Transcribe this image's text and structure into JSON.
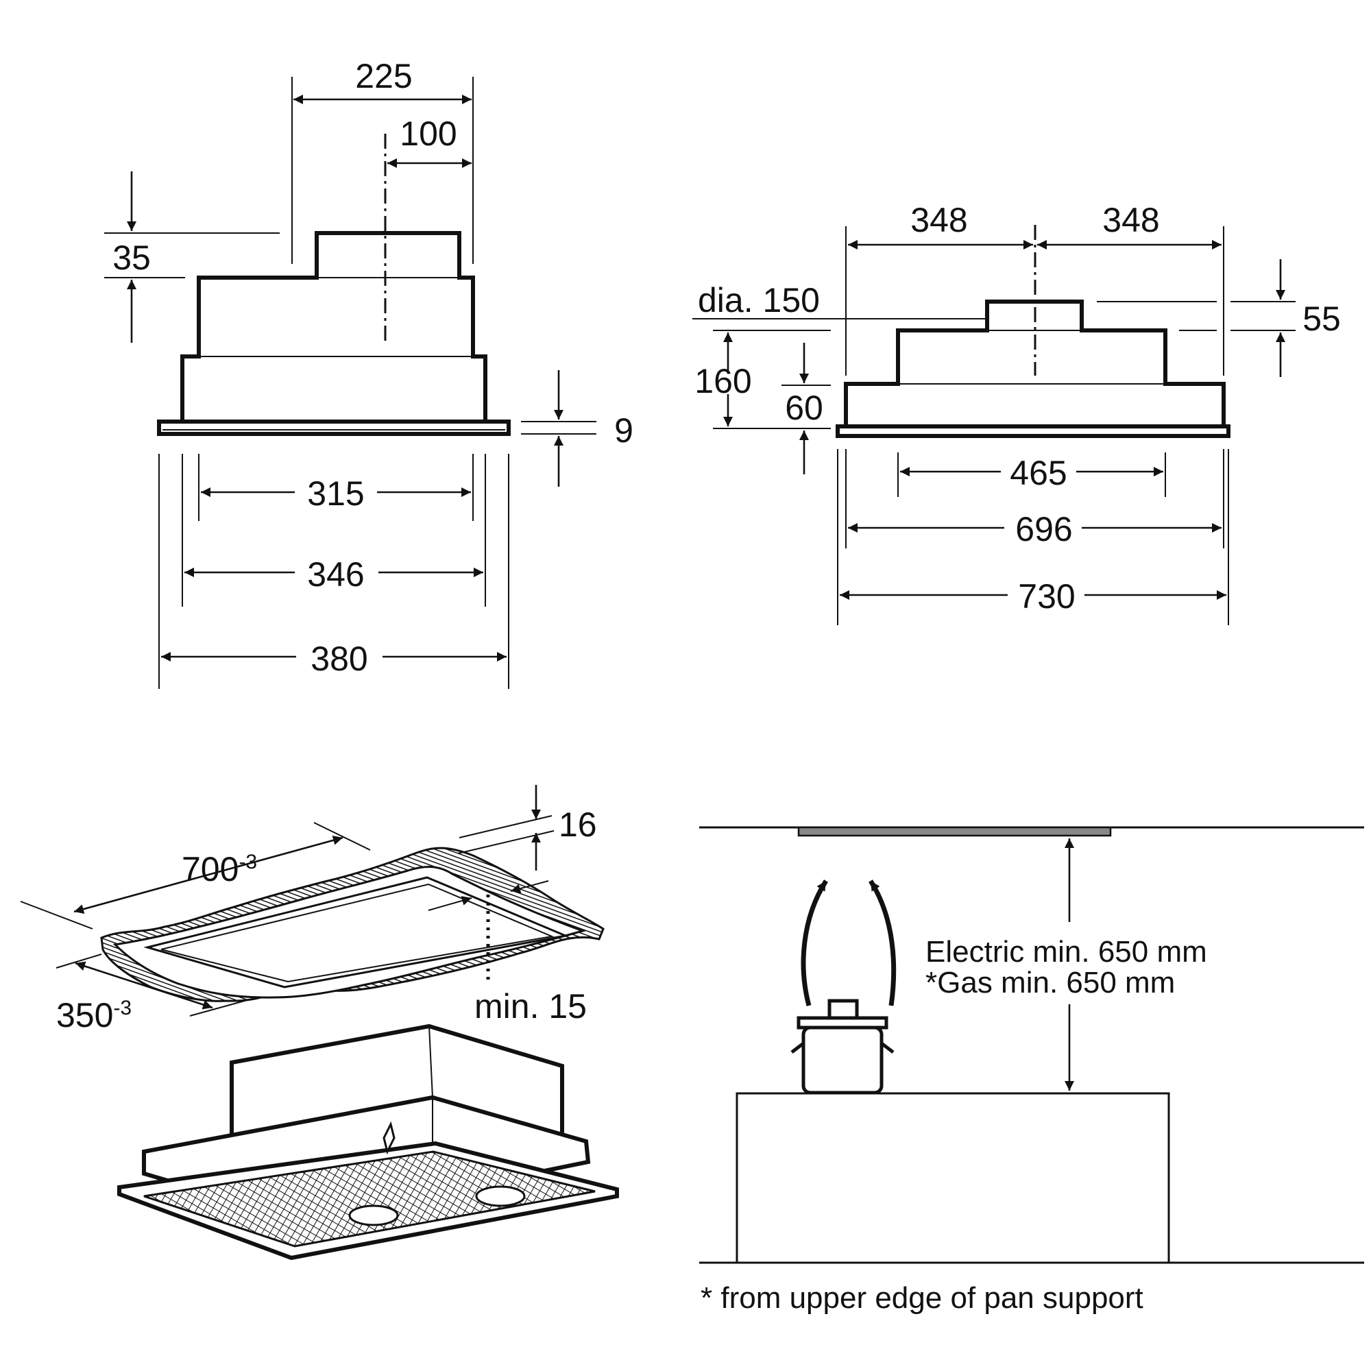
{
  "side_view": {
    "dim_225": "225",
    "dim_100": "100",
    "dim_35": "35",
    "dim_9": "9",
    "dim_315": "315",
    "dim_346": "346",
    "dim_380": "380"
  },
  "front_view": {
    "dim_348_left": "348",
    "dim_348_right": "348",
    "dia_label": "dia. 150",
    "dim_55": "55",
    "dim_160": "160",
    "dim_60": "60",
    "dim_465": "465",
    "dim_696": "696",
    "dim_730": "730"
  },
  "cutout_view": {
    "length_base": "700",
    "length_sup": "-3",
    "width_base": "350",
    "width_sup": "-3",
    "dim_16": "16",
    "min_15": "min. 15"
  },
  "installation_view": {
    "electric_label": "Electric min. 650 mm",
    "gas_label": "*Gas min. 650 mm",
    "footnote": "* from upper edge of pan support"
  }
}
